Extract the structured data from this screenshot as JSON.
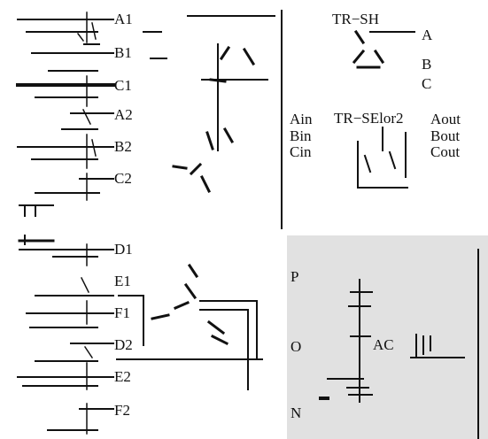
{
  "left_column_top": {
    "labels": [
      "A1",
      "B1",
      "C1",
      "A2",
      "B2",
      "C2"
    ]
  },
  "left_column_bottom": {
    "labels": [
      "D1",
      "E1",
      "F1",
      "D2",
      "E2",
      "F2"
    ]
  },
  "tr_sh": {
    "title": "TR−SH",
    "terminals": [
      "A",
      "B",
      "C"
    ]
  },
  "tr_selor2": {
    "title": "TR−SElor2",
    "inputs": [
      "Ain",
      "Bin",
      "Cin"
    ],
    "outputs": [
      "Aout",
      "Bout",
      "Cout"
    ]
  },
  "reactor_panel": {
    "nodes": [
      "P",
      "O",
      "N"
    ],
    "ac_label": "AC",
    "background": "#e1e1e1"
  },
  "colors": {
    "ink": "#111111",
    "panel": "#e1e1e1"
  }
}
